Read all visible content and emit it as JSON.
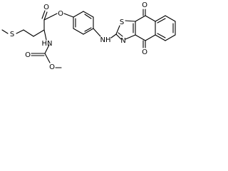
{
  "molecule": {
    "atom_labels": {
      "S_thioether": "S",
      "O_carbonyl_ester": "O",
      "O_ester": "O",
      "NH_carbamate": "HN",
      "O_carbonyl_carbamate": "O",
      "O_methoxy": "O",
      "NH_amine": "NH",
      "N_thiazole": "N",
      "S_thiazole": "S",
      "O_quinone_top": "O",
      "O_quinone_bottom": "O"
    }
  }
}
